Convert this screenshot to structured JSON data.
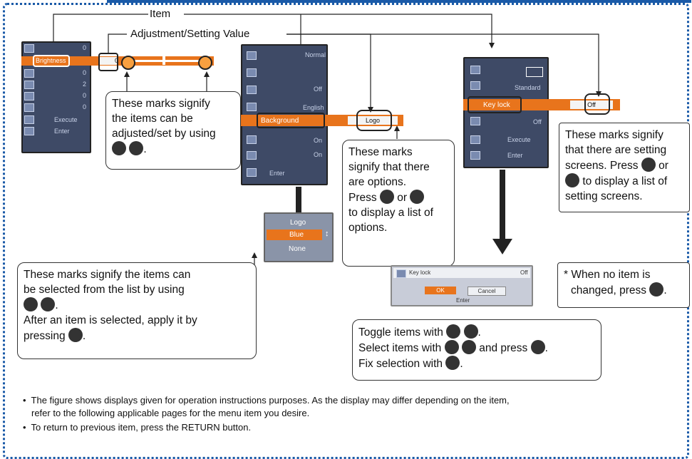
{
  "labels": {
    "item": "Item",
    "adjust": "Adjustment/Setting Value"
  },
  "callouts": {
    "adjust_marks": [
      "These marks signify",
      "the items can be",
      "adjusted/set by using"
    ],
    "options_marks": [
      "These marks",
      "signify that there",
      "are options."
    ],
    "options_press1": "Press",
    "options_or": "or",
    "options_press2": [
      "to display a list of",
      "options."
    ],
    "setting_marks": [
      "These marks signify",
      "that there are setting",
      "screens. Press"
    ],
    "setting_or": "or",
    "setting_to": "to display a list of",
    "setting_end": "setting screens.",
    "list_marks_1": "These marks signify the items can",
    "list_marks_2": "be selected from the list by using",
    "list_after": "After an item is selected, apply it by",
    "list_pressing": "pressing",
    "no_change_1": "* When no item is",
    "no_change_2": "changed, press",
    "toggle": "Toggle items with",
    "select": "Select items with",
    "select_and": "and press",
    "fix": "Fix selection with"
  },
  "menu1": {
    "selected": "Brightness",
    "value": "0",
    "rows": [
      {
        "value": "0"
      },
      {
        "value": "0"
      },
      {
        "value": "2"
      },
      {
        "value": "0"
      },
      {
        "value": "0"
      }
    ],
    "execute": "Execute",
    "enter": "Enter"
  },
  "menu2": {
    "rows": [
      "Normal",
      "",
      "Off",
      "English"
    ],
    "selected": "Background",
    "selected_value": "Logo",
    "rows_after": [
      "On",
      "On"
    ],
    "enter": "Enter"
  },
  "menu2_list": {
    "items": [
      "Logo",
      "Blue",
      "None"
    ]
  },
  "menu3": {
    "standard": "Standard",
    "selected": "Key lock",
    "selected_value": "Off",
    "off": "Off",
    "execute": "Execute",
    "enter": "Enter"
  },
  "dialog": {
    "title": "Key lock",
    "value": "Off",
    "ok": "OK",
    "cancel": "Cancel",
    "enter": "Enter"
  },
  "notes": [
    "The figure shows displays given for operation instructions purposes.  As the display may differ depending on the item,",
    "refer to the following applicable pages for the menu item you desire.",
    "To return to previous item, press the RETURN button."
  ],
  "colors": {
    "frame": "#1a5aa8",
    "osd": "#3e4a66",
    "accent": "#e8741c"
  }
}
